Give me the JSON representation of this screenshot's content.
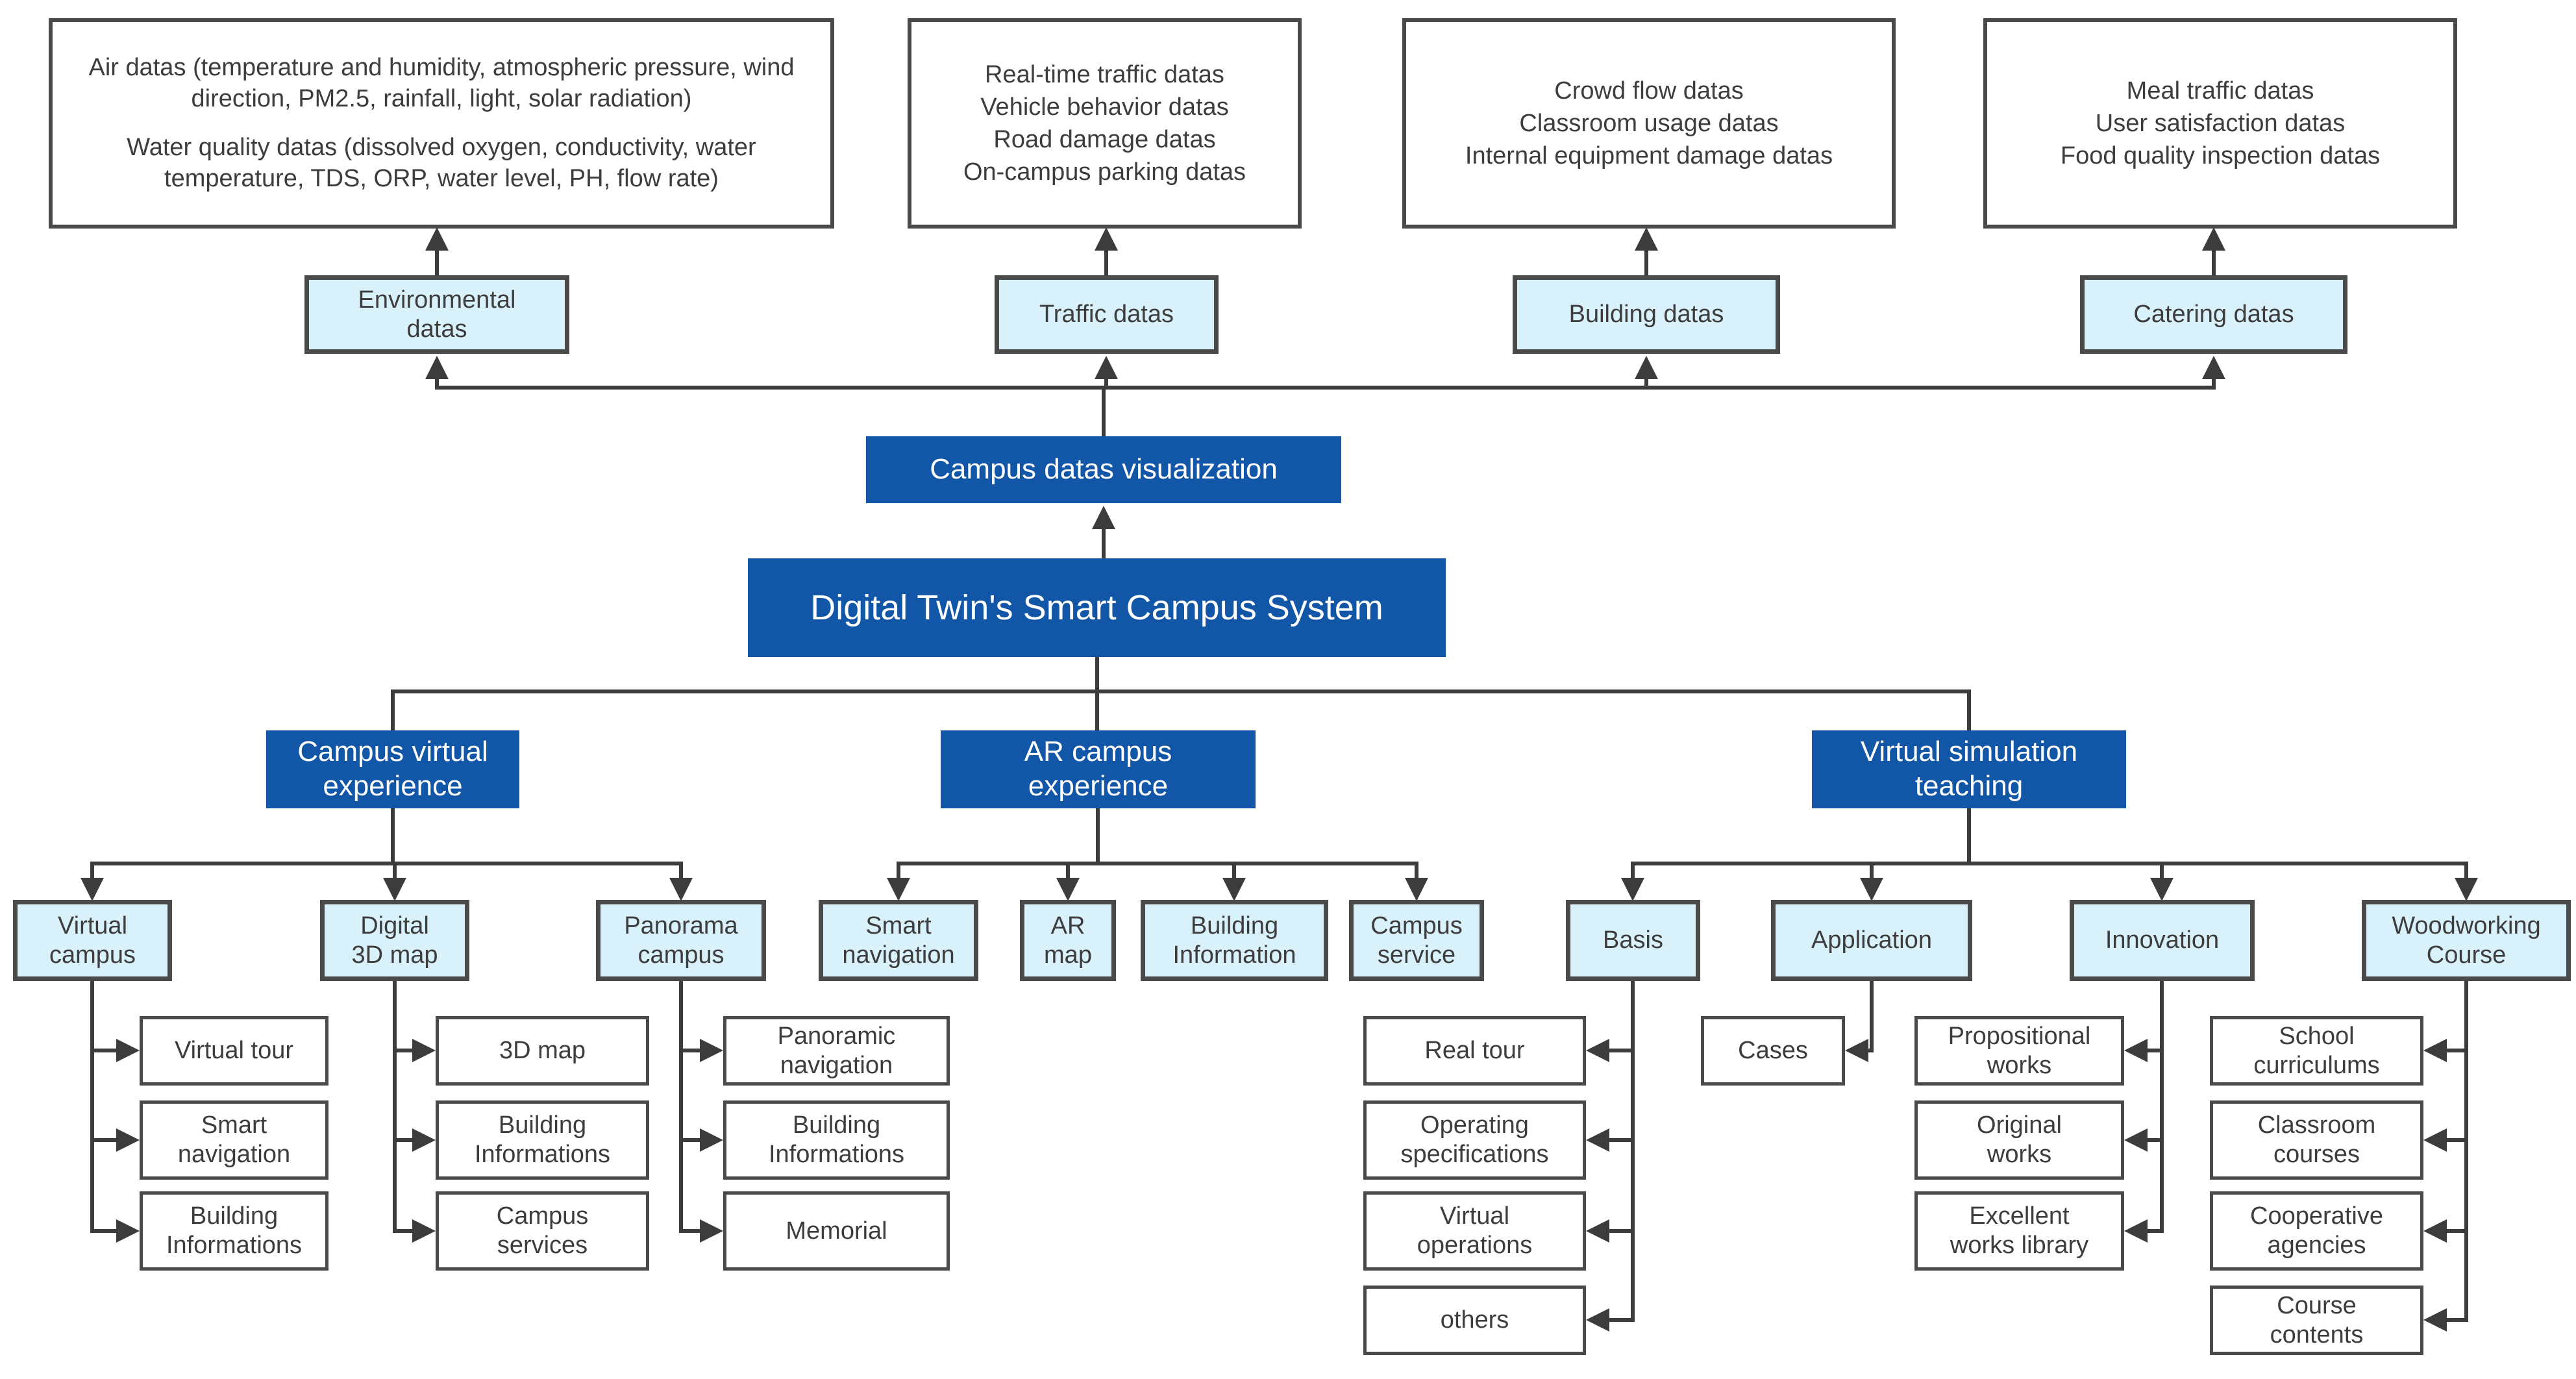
{
  "palette": {
    "dark_blue": "#1256a8",
    "light_blue": "#d9f1fb",
    "box_border": "#4a4a4a",
    "connector": "#3c3c3c",
    "text_dark": "#3d3d3d",
    "text_light": "#ffffff"
  },
  "root": {
    "label": "Digital Twin's Smart Campus System"
  },
  "visualization": {
    "label": "Campus datas visualization"
  },
  "data_categories": [
    {
      "label": "Environmental datas",
      "details": [
        "Air datas (temperature and humidity, atmospheric pressure, wind direction, PM2.5, rainfall, light, solar radiation)",
        "Water quality datas (dissolved oxygen, conductivity, water temperature, TDS, ORP, water level, PH, flow rate)"
      ]
    },
    {
      "label": "Traffic datas",
      "details": [
        "Real-time traffic datas",
        "Vehicle behavior datas",
        "Road damage datas",
        "On-campus parking datas"
      ]
    },
    {
      "label": "Building datas",
      "details": [
        "Crowd flow datas",
        "Classroom usage datas",
        "Internal equipment damage datas"
      ]
    },
    {
      "label": "Catering datas",
      "details": [
        "Meal traffic datas",
        "User satisfaction datas",
        "Food quality inspection datas"
      ]
    }
  ],
  "branches": [
    {
      "label": "Campus virtual experience",
      "children": [
        {
          "label": "Virtual campus",
          "leaves": [
            "Virtual tour",
            "Smart navigation",
            "Building Informations"
          ]
        },
        {
          "label": "Digital 3D map",
          "leaves": [
            "3D map",
            "Building Informations",
            "Campus services"
          ]
        },
        {
          "label": "Panorama campus",
          "leaves": [
            "Panoramic navigation",
            "Building Informations",
            "Memorial"
          ]
        }
      ]
    },
    {
      "label": "AR campus experience",
      "children": [
        {
          "label": "Smart navigation",
          "leaves": []
        },
        {
          "label": "AR map",
          "leaves": []
        },
        {
          "label": "Building Information",
          "leaves": []
        },
        {
          "label": "Campus service",
          "leaves": []
        }
      ]
    },
    {
      "label": "Virtual simulation teaching",
      "children": [
        {
          "label": "Basis",
          "leaves": [
            "Real tour",
            "Operating specifications",
            "Virtual operations",
            "others"
          ]
        },
        {
          "label": "Application",
          "leaves": [
            "Cases"
          ]
        },
        {
          "label": "Innovation",
          "leaves": [
            "Propositional works",
            "Original works",
            "Excellent works library"
          ]
        },
        {
          "label": "Woodworking Course",
          "leaves": [
            "School curriculums",
            "Classroom courses",
            "Cooperative agencies",
            "Course contents"
          ]
        }
      ]
    }
  ]
}
